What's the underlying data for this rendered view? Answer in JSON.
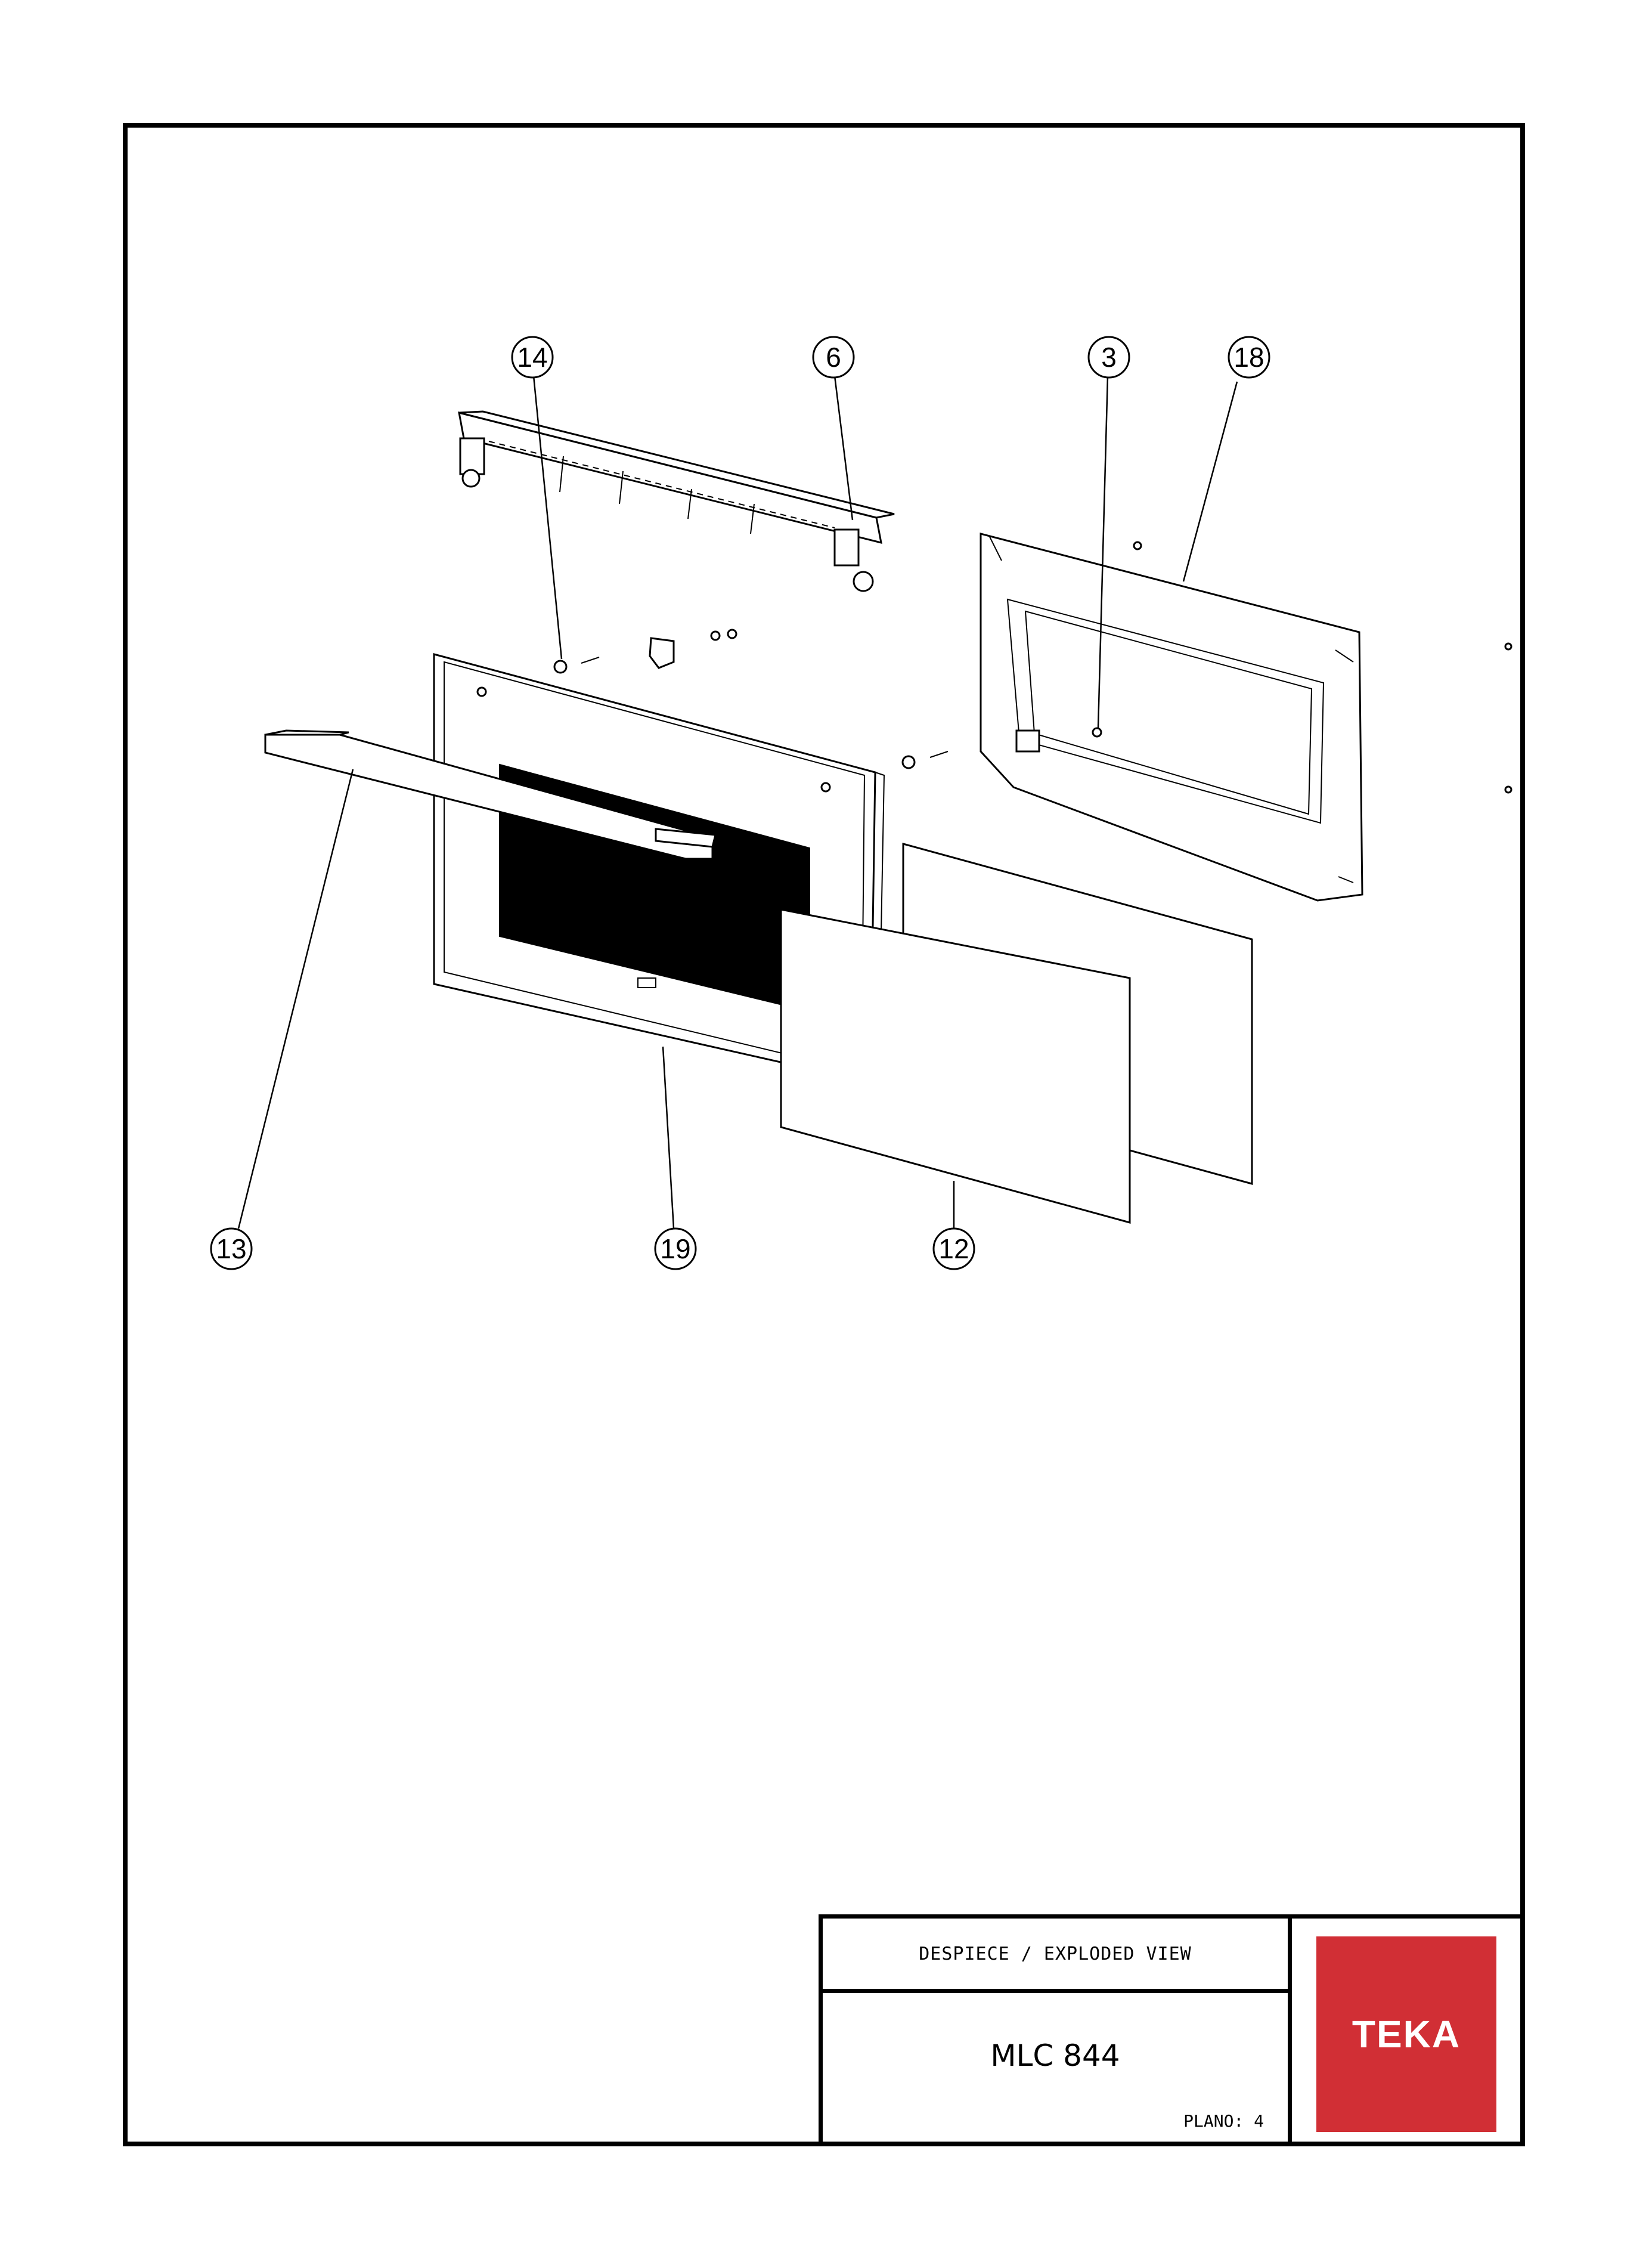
{
  "drawing": {
    "callouts": [
      {
        "label": "14"
      },
      {
        "label": "6"
      },
      {
        "label": "3"
      },
      {
        "label": "18"
      },
      {
        "label": "13"
      },
      {
        "label": "19"
      },
      {
        "label": "12"
      }
    ]
  },
  "title_block": {
    "caption": "DESPIECE / EXPLODED VIEW",
    "model": "MLC 844",
    "sheet": "PLANO: 4",
    "logo": "TEKA"
  },
  "colors": {
    "brand_red": "#d12f35"
  }
}
